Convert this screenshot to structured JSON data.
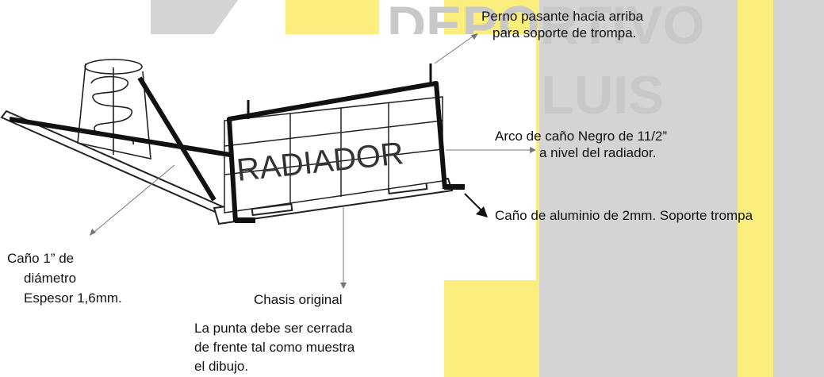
{
  "background": {
    "watermark_lines": [
      "DEPORTIVO",
      "SAN LUIS"
    ],
    "colors": {
      "yellow": "#fcee7d",
      "gray": "#d4d4d4",
      "watermark": "#c8c8c8",
      "ink": "#111111"
    }
  },
  "drawing": {
    "radiator_text": "RADIADOR"
  },
  "annotations": {
    "perno": {
      "line1": "Perno pasante hacia arriba",
      "line2": "para soporte de trompa."
    },
    "arco": {
      "line1": "Arco de caño Negro de 11/2”",
      "line2": "a nivel del radiador."
    },
    "aluminio": {
      "line1": "Caño de aluminio de 2mm. Soporte trompa"
    },
    "cano": {
      "line1": "Caño 1” de",
      "line2": "diámetro",
      "line3": "Espesor 1,6mm."
    },
    "chasis": {
      "line1": "Chasis original"
    },
    "punta": {
      "line1": "La punta debe ser cerrada",
      "line2": "de frente tal como muestra",
      "line3": "el dibujo."
    }
  }
}
